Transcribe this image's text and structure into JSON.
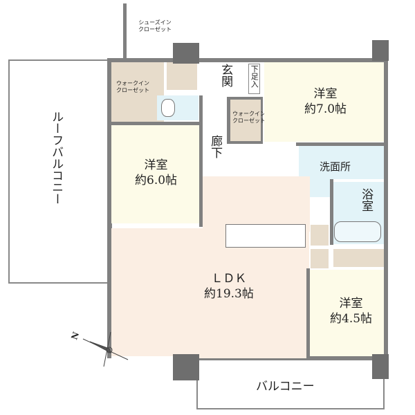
{
  "rooms": {
    "roof_balcony": "ルーフバルコニー",
    "balcony": "バルコニー",
    "ldk": {
      "name": "ＬＤＫ",
      "size": "約19.3帖"
    },
    "western_7": {
      "name": "洋室",
      "size": "約7.0帖"
    },
    "western_6": {
      "name": "洋室",
      "size": "約6.0帖"
    },
    "western_4_5": {
      "name": "洋室",
      "size": "約4.5帖"
    },
    "entrance": "玄関",
    "shoe_cabinet": "下足入",
    "hallway": "廊下",
    "washroom": "洗面所",
    "bathroom": "浴室",
    "wic_left": {
      "line1": "ウォークイン",
      "line2": "クローゼット"
    },
    "wic_center": {
      "line1": "ウォークイン",
      "line2": "クローゼット"
    },
    "shoe_closet": {
      "line1": "シューズイン",
      "line2": "クローゼット"
    }
  },
  "compass": {
    "north_label": "N"
  }
}
